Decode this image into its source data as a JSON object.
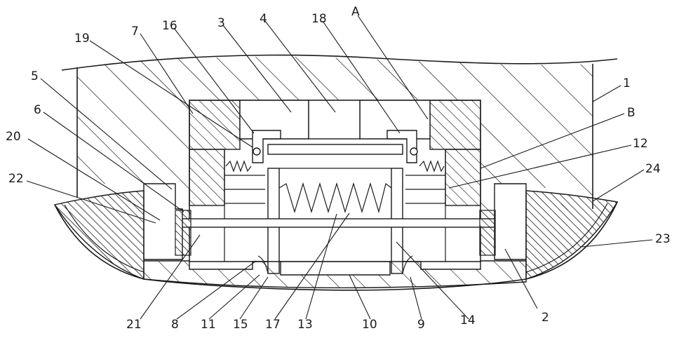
{
  "labels": {
    "l1": "1",
    "l2": "2",
    "l3": "3",
    "l4": "4",
    "l5": "5",
    "l6": "6",
    "l7": "7",
    "l8": "8",
    "l9": "9",
    "l10": "10",
    "l11": "11",
    "l12": "12",
    "l13": "13",
    "l14": "14",
    "l15": "15",
    "l16": "16",
    "l17": "17",
    "l18": "18",
    "l19": "19",
    "l20": "20",
    "l21": "21",
    "l22": "22",
    "l23": "23",
    "l24": "24",
    "lA": "A",
    "lB": "B"
  }
}
